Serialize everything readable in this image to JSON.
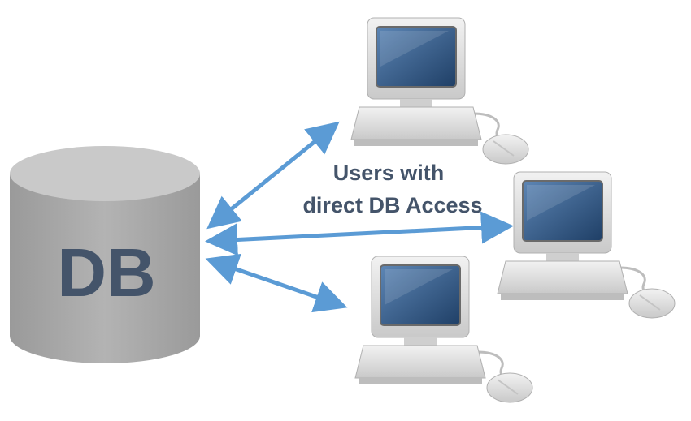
{
  "database": {
    "label": "DB"
  },
  "caption": {
    "line1": "Users with",
    "line2": "direct DB Access"
  },
  "computers": [
    {
      "name": "computer-top"
    },
    {
      "name": "computer-middle"
    },
    {
      "name": "computer-bottom"
    }
  ],
  "colors": {
    "arrow": "#5b9bd5",
    "text": "#44546a",
    "cylinder_body": "#a6a6a6",
    "cylinder_top": "#bfbfbf",
    "screen": "#2f5b8a"
  }
}
